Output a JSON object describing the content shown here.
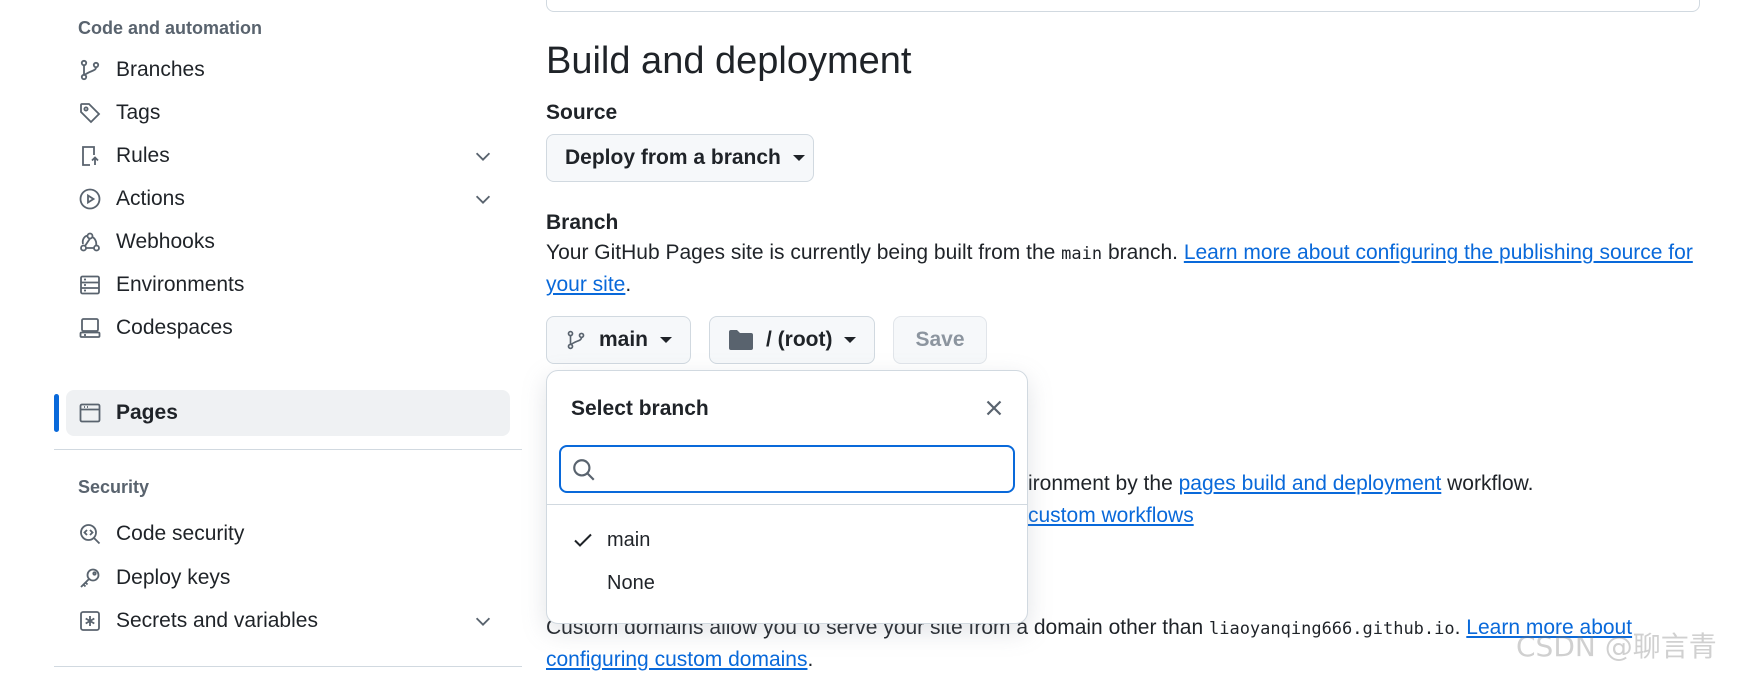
{
  "sidebar": {
    "section_code": "Code and automation",
    "items_code": [
      {
        "label": "Branches",
        "icon": "git-branch-icon"
      },
      {
        "label": "Tags",
        "icon": "tag-icon"
      },
      {
        "label": "Rules",
        "icon": "rules-icon"
      },
      {
        "label": "Actions",
        "icon": "play-icon"
      },
      {
        "label": "Webhooks",
        "icon": "webhook-icon"
      },
      {
        "label": "Environments",
        "icon": "server-icon"
      },
      {
        "label": "Codespaces",
        "icon": "codespaces-icon"
      },
      {
        "label": "Pages",
        "icon": "browser-icon"
      }
    ],
    "section_security": "Security",
    "items_security": [
      {
        "label": "Code security",
        "icon": "codescan-icon"
      },
      {
        "label": "Deploy keys",
        "icon": "key-icon"
      },
      {
        "label": "Secrets and variables",
        "icon": "asterisk-icon"
      }
    ],
    "active_item": "Pages"
  },
  "main": {
    "heading": "Build and deployment",
    "source_label": "Source",
    "source_button": "Deploy from a branch",
    "branch_label": "Branch",
    "branch_text_1": "Your GitHub Pages site is currently being built from the ",
    "branch_code": "main",
    "branch_text_2": " branch. ",
    "branch_link_a": "Learn more about configuring the publishing source for",
    "branch_link_b": "your site",
    "branch_text_end": ".",
    "branch_button": "main",
    "folder_button": "/ (root)",
    "save_button": "Save",
    "workflow_text_1": "ironment by the ",
    "workflow_link": "pages build and deployment",
    "workflow_text_2": " workflow.",
    "custom_workflows_link": "custom workflows",
    "domain_text_1": "Custom domains allow you to serve your site from a domain other than ",
    "domain_code": "liaoyanqing666.github.io",
    "domain_text_2": ". ",
    "domain_link_a": "Learn more about",
    "domain_link_b": "configuring custom domains",
    "domain_text_end": "."
  },
  "dropdown": {
    "title": "Select branch",
    "search_placeholder": "",
    "options": [
      {
        "label": "main",
        "selected": true
      },
      {
        "label": "None",
        "selected": false
      }
    ]
  },
  "watermark": "CSDN @聊言青",
  "colors": {
    "accent": "#0969da",
    "text": "#1f2328",
    "muted": "#59636e",
    "border": "#d1d9e0"
  }
}
